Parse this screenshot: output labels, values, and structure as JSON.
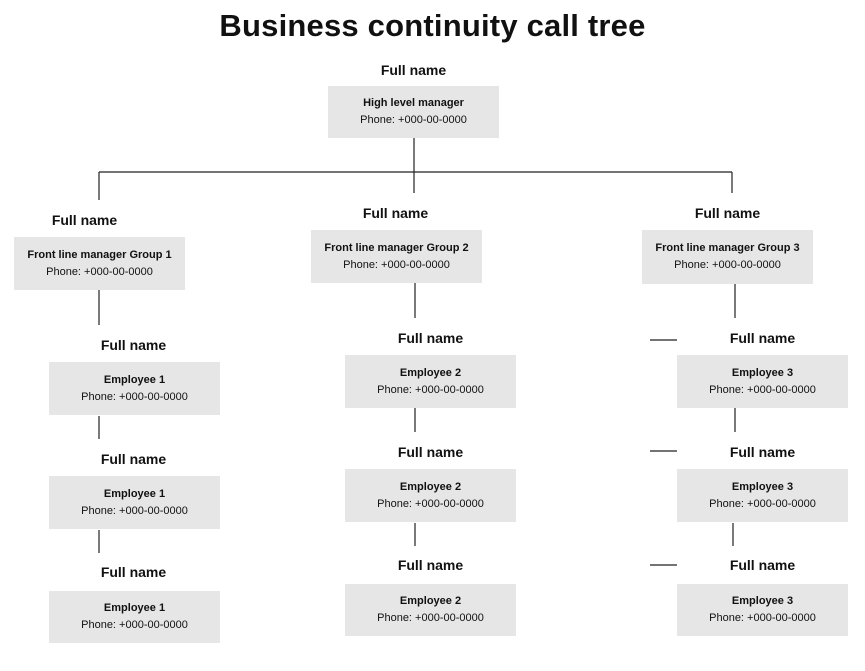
{
  "title": "Business continuity call tree",
  "root": {
    "name": "Full name",
    "role": "High level manager",
    "phone": "Phone: +000-00-0000"
  },
  "groups": [
    {
      "manager": {
        "name": "Full name",
        "role": "Front line manager Group 1",
        "phone": "Phone: +000-00-0000"
      },
      "employees": [
        {
          "name": "Full name",
          "role": "Employee 1",
          "phone": "Phone: +000-00-0000"
        },
        {
          "name": "Full name",
          "role": "Employee 1",
          "phone": "Phone: +000-00-0000"
        },
        {
          "name": "Full name",
          "role": "Employee 1",
          "phone": "Phone: +000-00-0000"
        }
      ]
    },
    {
      "manager": {
        "name": "Full name",
        "role": "Front line manager Group 2",
        "phone": "Phone: +000-00-0000"
      },
      "employees": [
        {
          "name": "Full name",
          "role": "Employee 2",
          "phone": "Phone: +000-00-0000"
        },
        {
          "name": "Full name",
          "role": "Employee 2",
          "phone": "Phone: +000-00-0000"
        },
        {
          "name": "Full name",
          "role": "Employee 2",
          "phone": "Phone: +000-00-0000"
        }
      ]
    },
    {
      "manager": {
        "name": "Full name",
        "role": "Front line manager Group 3",
        "phone": "Phone: +000-00-0000"
      },
      "employees": [
        {
          "name": "Full name",
          "role": "Employee 3",
          "phone": "Phone: +000-00-0000"
        },
        {
          "name": "Full name",
          "role": "Employee 3",
          "phone": "Phone: +000-00-0000"
        },
        {
          "name": "Full name",
          "role": "Employee 3",
          "phone": "Phone: +000-00-0000"
        }
      ]
    }
  ]
}
